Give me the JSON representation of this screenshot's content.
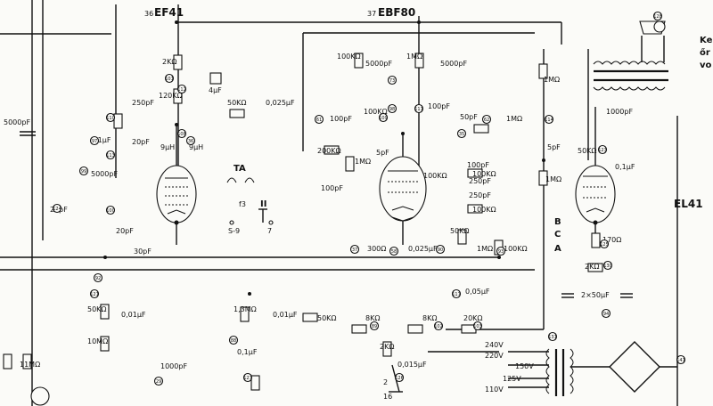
{
  "tubes": {
    "ef41": "EF41",
    "ebf80": "EBF80",
    "el41": "EL41",
    "n_ef41": "36",
    "n_ebf80": "37"
  },
  "labels": {
    "ta": "TA",
    "s9": "S-9",
    "f3": "f3",
    "roman2": "II",
    "seven": "7",
    "two": "2",
    "sixteen": "16",
    "terminal_b": "B",
    "terminal_c": "C",
    "terminal_a": "A",
    "side_text": [
      "Ke",
      "őr",
      "vo"
    ]
  },
  "values": {
    "r_2k": "2KΩ",
    "r_120k": "120KΩ",
    "c_4uf": "4μF",
    "r_50k_top": "50KΩ",
    "c_0025": "0,025μF",
    "c_250pf": "250pF",
    "c_20pf": "20pF",
    "l_9uh": "9μH",
    "l_9uh_b": "9μH",
    "c_01uf": "0,1μF",
    "c_5000pf_left": "5000pF",
    "c_20pf_left": "20pF",
    "c_20pf_b": "20pF",
    "c_30pf": "30pF",
    "r_100k_top": "100KΩ",
    "c_5000pf_t1": "5000pF",
    "r_1m": "1MΩ",
    "c_5000pf_t2": "5000pF",
    "c_100pf_a": "100pF",
    "r_100k_mid": "100KΩ",
    "c_100pf_b": "100pF",
    "r_200k": "200KΩ",
    "r_1m_b": "1MΩ",
    "c_100pf_c": "100pF",
    "c_50pf": "50pF",
    "r_1m_top": "1MΩ",
    "c_5pf": "5pF",
    "c_100pf_d": "100pF",
    "c_250pf_b": "250pF",
    "c_250pf_c": "250pF",
    "r_100k_b": "100KΩ",
    "r_100k_c": "100KΩ",
    "r_100k_d": "100KΩ",
    "r_50k_mid": "50KΩ",
    "r_300": "300Ω",
    "c_0025_b": "0,025μF",
    "r_1m_c": "1MΩ",
    "r_100k_e": "100KΩ",
    "r_1m_d": "1MΩ",
    "c_1000pf_right": "1000pF",
    "c_5pf_b": "5pF",
    "r_50k_right": "50KΩ",
    "c_01uf_right": "0,1μF",
    "r_1m_e": "1MΩ",
    "r_170": "170Ω",
    "r_2k_right": "2KΩ",
    "c_2x50": "2×50μF",
    "r_50k_left": "50KΩ",
    "c_001uf": "0,01μF",
    "r_10m": "10MΩ",
    "r_3m": "1,3MΩ",
    "c_001uf_b": "0,01μF",
    "r_50k_bot": "50KΩ",
    "r_8k_a": "8KΩ",
    "r_8k_b": "8KΩ",
    "r_20k": "20KΩ",
    "c_005uf": "0,05μF",
    "r_2k_bot": "2KΩ",
    "c_0015": "0,015μF",
    "c_01uf_bot": "0,1μF",
    "c_1000pf_bot": "1000pF",
    "r_11m": "11MΩ",
    "c_5000pf_y5": "5000pF"
  },
  "mains": {
    "v240": "240V",
    "v220": "220V",
    "v150": "150V",
    "v125": "125V",
    "v110": "110V"
  },
  "refs": [
    "128",
    "101",
    "112",
    "110",
    "113",
    "108",
    "61",
    "36",
    "109",
    "111",
    "62",
    "92",
    "73",
    "98",
    "97",
    "99",
    "124",
    "100",
    "121",
    "88",
    "89",
    "102",
    "103",
    "126",
    "127",
    "29",
    "37",
    "58",
    "90",
    "93",
    "94",
    "114",
    "123",
    "125",
    "130",
    "131",
    "141",
    "117",
    "35"
  ]
}
